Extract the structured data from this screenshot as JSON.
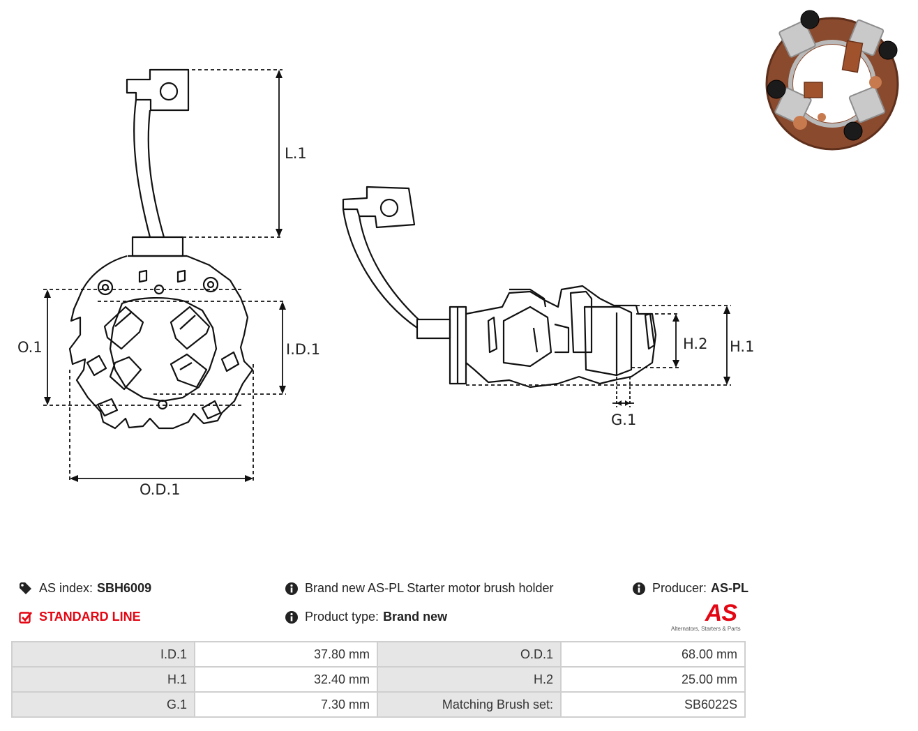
{
  "drawing": {
    "labels": {
      "l1": "L.1",
      "o1": "O.1",
      "id1": "I.D.1",
      "od1": "O.D.1",
      "h2": "H.2",
      "h1": "H.1",
      "g1": "G.1"
    }
  },
  "info": {
    "as_index_label": "AS index:",
    "as_index_value": "SBH6009",
    "line_label": "STANDARD LINE",
    "description": "Brand new AS-PL Starter motor brush holder",
    "product_type_label": "Product type:",
    "product_type_value": "Brand new",
    "producer_label": "Producer:",
    "producer_value": "AS-PL"
  },
  "logo": {
    "brand": "AS",
    "tagline": "Alternators, Starters & Parts"
  },
  "specs": [
    {
      "k1": "I.D.1",
      "v1": "37.80 mm",
      "k2": "O.D.1",
      "v2": "68.00 mm"
    },
    {
      "k1": "H.1",
      "v1": "32.40 mm",
      "k2": "H.2",
      "v2": "25.00 mm"
    },
    {
      "k1": "G.1",
      "v1": "7.30 mm",
      "k2": "Matching Brush set:",
      "v2": "SB6022S"
    }
  ],
  "colors": {
    "accent": "#e30613",
    "table_key_bg": "#e6e6e6",
    "table_border": "#cfcfcf",
    "copper": "#8a4a2e",
    "metal": "#c9c9c9"
  },
  "icons": {
    "tag": "tag-icon",
    "check": "checkbox-checked-icon",
    "info": "info-circle-icon"
  }
}
